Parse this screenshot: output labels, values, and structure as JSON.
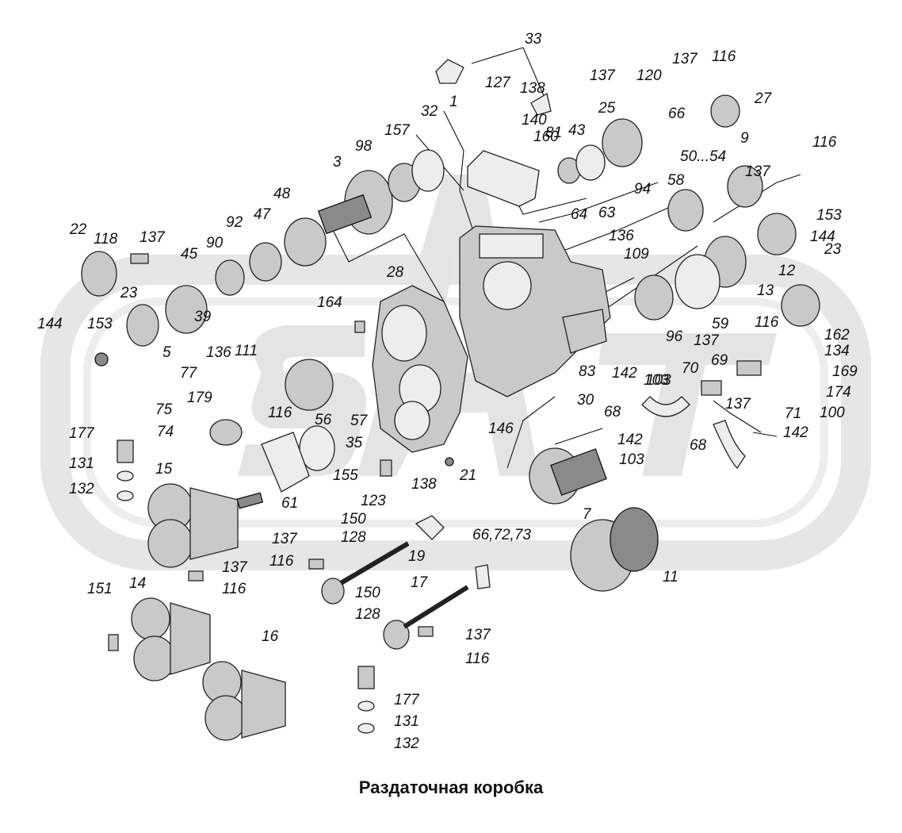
{
  "title": "Раздаточная коробка",
  "watermark": {
    "color": "#e6e6e6"
  },
  "labels": [
    "33",
    "127",
    "138",
    "140",
    "160",
    "1",
    "32",
    "137",
    "120",
    "25",
    "66",
    "137",
    "116",
    "27",
    "81",
    "43",
    "50...54",
    "9",
    "116",
    "137",
    "98",
    "157",
    "3",
    "94",
    "58",
    "153",
    "144",
    "23",
    "48",
    "47",
    "92",
    "90",
    "45",
    "64",
    "63",
    "136",
    "109",
    "13",
    "12",
    "22",
    "118",
    "137",
    "23",
    "39",
    "5",
    "28",
    "96",
    "59",
    "116",
    "164",
    "144",
    "153",
    "137",
    "162",
    "134",
    "169",
    "174",
    "100",
    "71",
    "137",
    "111",
    "136",
    "77",
    "179",
    "116",
    "142",
    "103",
    "83",
    "70",
    "69",
    "30",
    "75",
    "74",
    "57",
    "56",
    "35",
    "146",
    "68",
    "142",
    "103",
    "68",
    "103",
    "142",
    "177",
    "131",
    "132",
    "15",
    "155",
    "61",
    "123",
    "138",
    "21",
    "7",
    "150",
    "128",
    "19",
    "137",
    "116",
    "66,72,73",
    "11",
    "137",
    "116",
    "150",
    "128",
    "17",
    "137",
    "116",
    "151",
    "14",
    "16",
    "177",
    "131",
    "132"
  ]
}
